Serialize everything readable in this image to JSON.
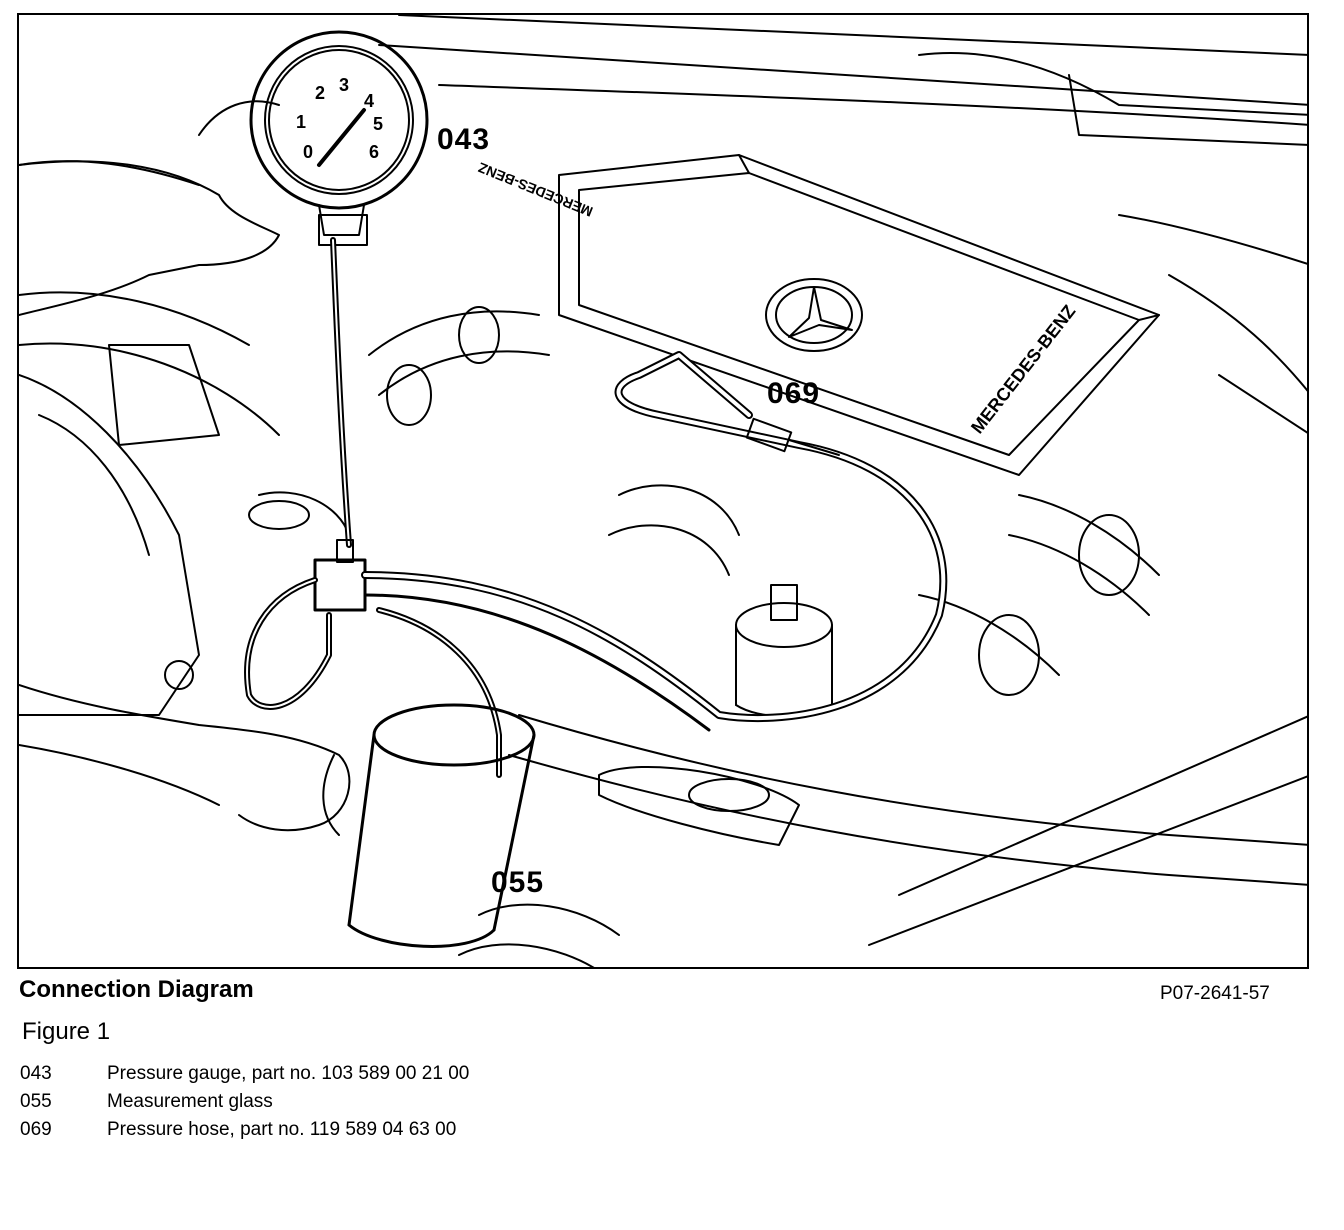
{
  "callouts": {
    "gauge": "043",
    "hose": "069",
    "glass": "055"
  },
  "gauge_dial": [
    "1",
    "2",
    "3",
    "4",
    "5",
    "6",
    "0"
  ],
  "engine_labels": {
    "cover_front": "MERCEDES-BENZ",
    "cover_side": "MERCEDES-BENZ"
  },
  "caption": {
    "title": "Connection Diagram",
    "code": "P07-2641-57",
    "figure": "Figure 1"
  },
  "legend": [
    {
      "code": "043",
      "text": "Pressure gauge, part no. 103 589 00 21 00"
    },
    {
      "code": "055",
      "text": "Measurement glass"
    },
    {
      "code": "069",
      "text": "Pressure hose, part no. 119 589 04 63 00"
    }
  ],
  "colors": {
    "ink": "#000000",
    "paper": "#ffffff"
  }
}
